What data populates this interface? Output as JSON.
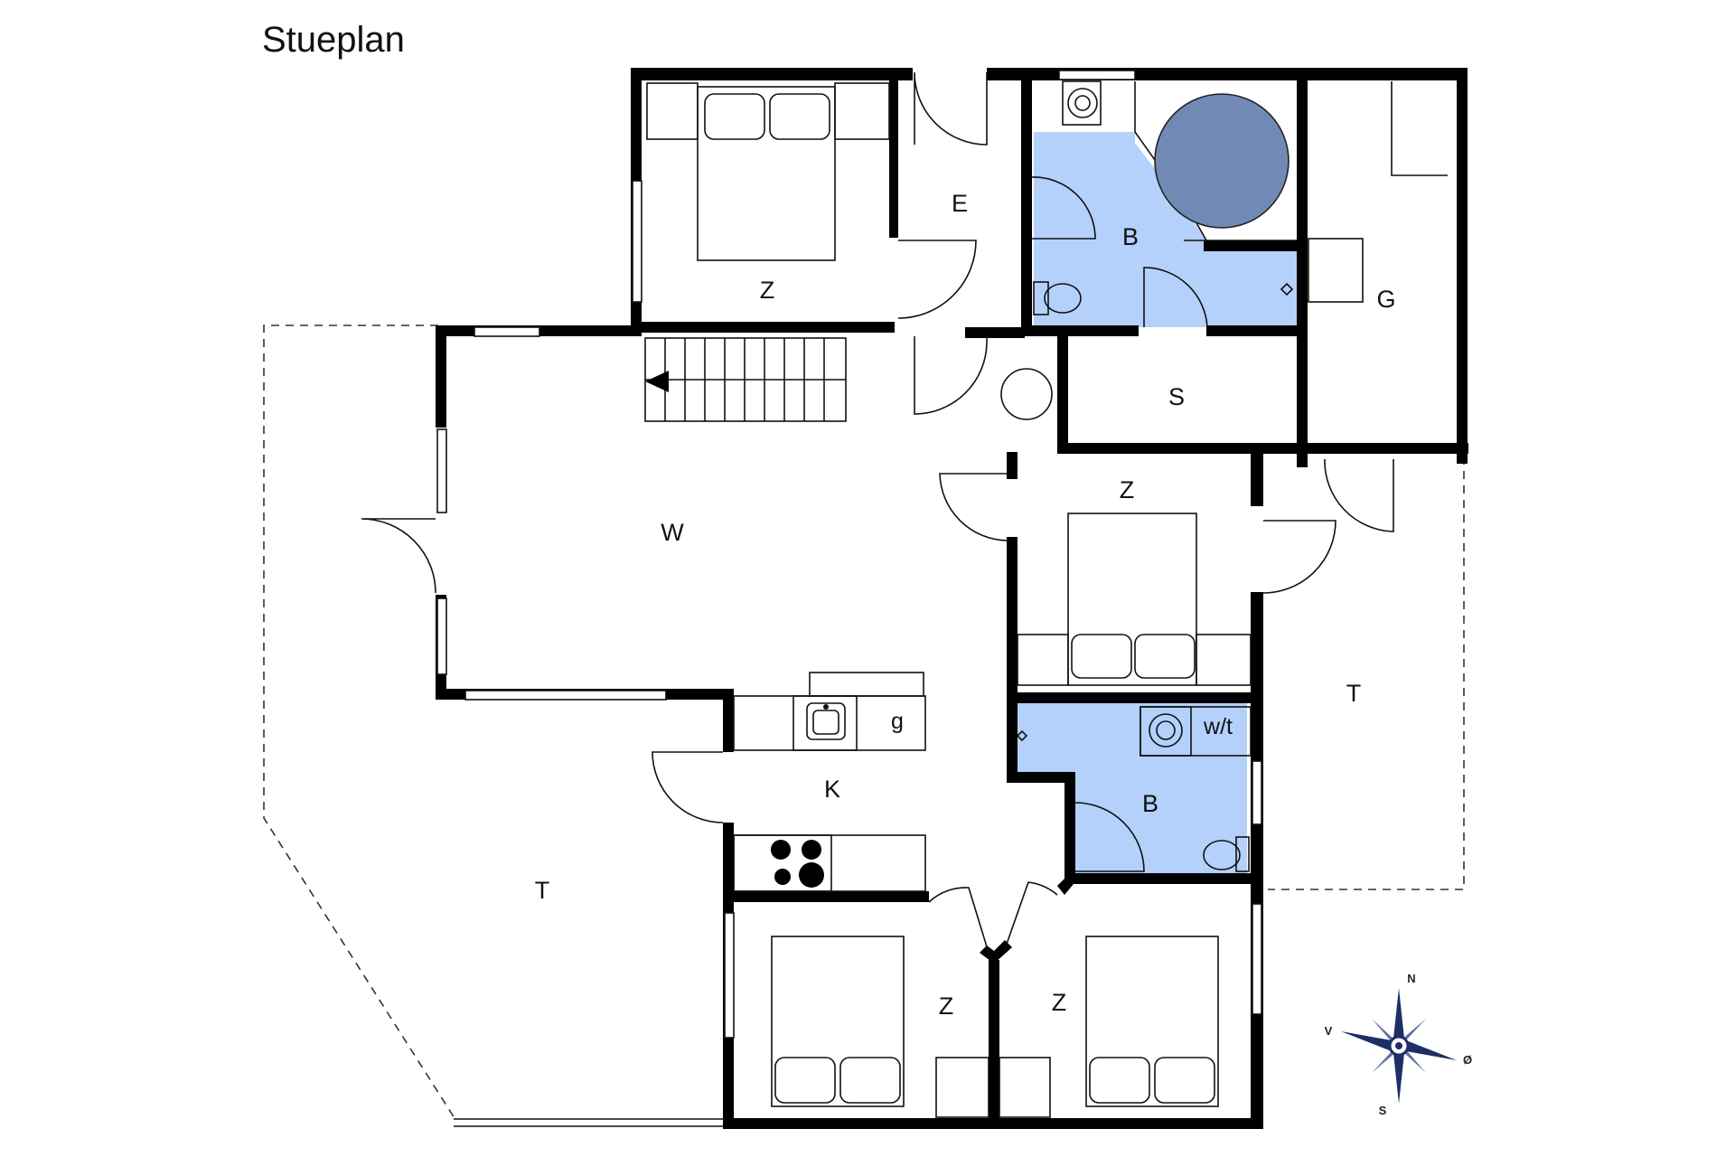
{
  "plan": {
    "title": "Stueplan",
    "rooms": [
      {
        "id": "bedroom-top",
        "label": "Z"
      },
      {
        "id": "entrance",
        "label": "E"
      },
      {
        "id": "bathroom-top",
        "label": "B"
      },
      {
        "id": "room-g",
        "label": "G"
      },
      {
        "id": "storage",
        "label": "S"
      },
      {
        "id": "living-room",
        "label": "W"
      },
      {
        "id": "bedroom-middle",
        "label": "Z"
      },
      {
        "id": "kitchen",
        "label": "K"
      },
      {
        "id": "bathroom-bottom",
        "label": "B"
      },
      {
        "id": "terrace-right",
        "label": "T"
      },
      {
        "id": "terrace-left",
        "label": "T"
      },
      {
        "id": "bedroom-bottom-left",
        "label": "Z"
      },
      {
        "id": "bedroom-bottom-right",
        "label": "Z"
      }
    ],
    "fixtures": {
      "kitchen_counter_label": "g",
      "washer_dryer_label": "w/t"
    },
    "compass": {
      "n": "N",
      "s": "S",
      "e": "Ø",
      "w": "V"
    },
    "colors": {
      "wall": "#000000",
      "wet_room": "#b3d1fb",
      "whirlpool": "#7189b5"
    }
  }
}
